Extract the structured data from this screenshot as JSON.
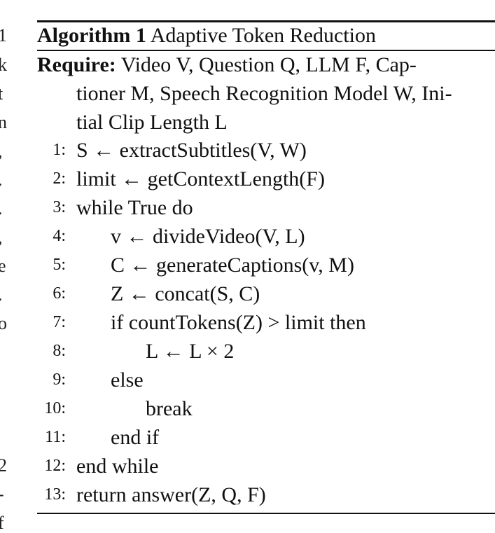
{
  "margin_glyphs": [
    "1",
    "k",
    "t",
    "n",
    ",",
    ".",
    ".",
    ",",
    "e",
    ".",
    "o",
    "2",
    "-",
    "f"
  ],
  "caption": {
    "label": "Algorithm 1",
    "title": "Adaptive Token Reduction"
  },
  "require": {
    "keyword": "Require:",
    "line1": "Video V, Question Q, LLM F, Cap-",
    "line2": "tioner M, Speech Recognition Model W, Ini-",
    "line3": "tial Clip Length L"
  },
  "lines": [
    {
      "num": "1:",
      "text": "S ← extractSubtitles(V, W)"
    },
    {
      "num": "2:",
      "text": "limit ← getContextLength(F)"
    },
    {
      "num": "3:",
      "text": "while True do"
    },
    {
      "num": "4:",
      "text": "v ← divideVideo(V, L)"
    },
    {
      "num": "5:",
      "text": "C ← generateCaptions(v, M)"
    },
    {
      "num": "6:",
      "text": "Z ← concat(S, C)"
    },
    {
      "num": "7:",
      "text": "if countTokens(Z) > limit then"
    },
    {
      "num": "8:",
      "text": "L ← L × 2"
    },
    {
      "num": "9:",
      "text": "else"
    },
    {
      "num": "10:",
      "text": "break"
    },
    {
      "num": "11:",
      "text": "end if"
    },
    {
      "num": "12:",
      "text": "end while"
    },
    {
      "num": "13:",
      "text": "return answer(Z, Q, F)"
    }
  ]
}
